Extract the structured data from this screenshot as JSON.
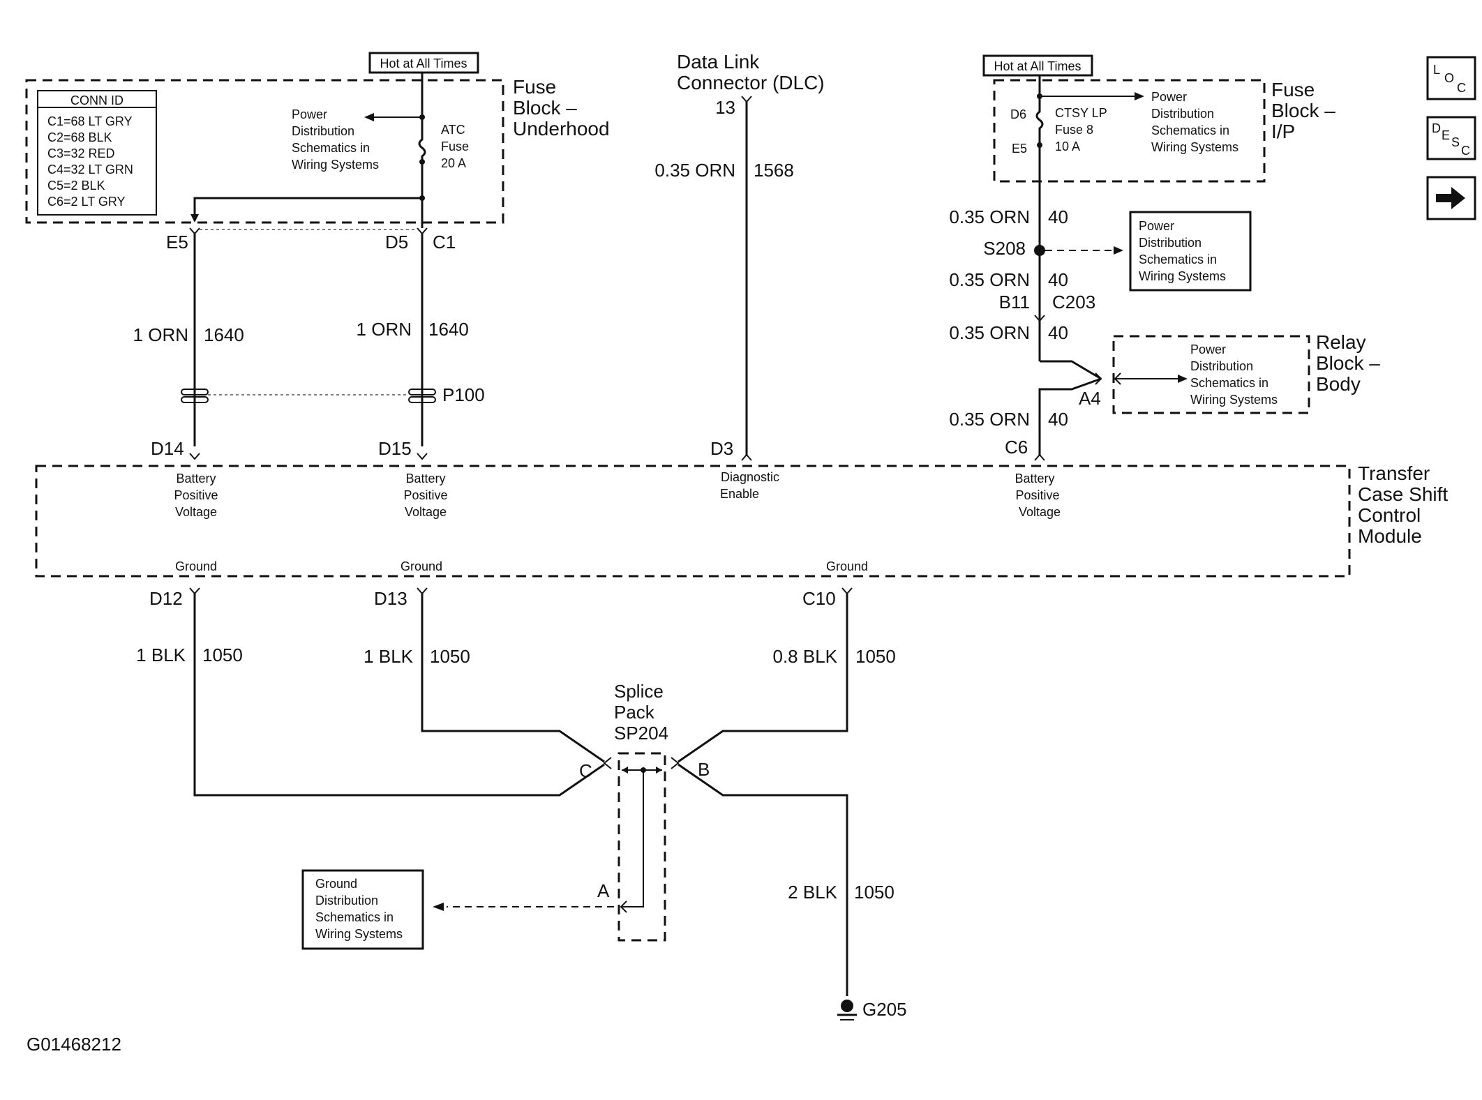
{
  "fuse_underhood": {
    "hot_label": "Hot at All Times",
    "block_name": [
      "Fuse",
      "Block –",
      "Underhood"
    ],
    "fuse_label": [
      "ATC",
      "Fuse",
      "20 A"
    ],
    "power_dist": [
      "Power",
      "Distribution",
      "Schematics in",
      "Wiring Systems"
    ]
  },
  "conn_id": {
    "title": "CONN ID",
    "rows": [
      "C1=68 LT GRY",
      "C2=68 BLK",
      "C3=32 RED",
      "C4=32 LT GRN",
      "C5=2 BLK",
      "C6=2 LT GRY"
    ]
  },
  "connectors": {
    "e5": "E5",
    "d5": "D5",
    "c1": "C1",
    "p100": "P100",
    "d14": "D14",
    "d15": "D15",
    "d3": "D3",
    "c6": "C6",
    "d12": "D12",
    "d13": "D13",
    "c10": "C10",
    "dlc13": "13",
    "b11": "B11",
    "c203": "C203",
    "a4": "A4",
    "s208": "S208",
    "g205": "G205",
    "sp_a": "A",
    "sp_b": "B",
    "sp_c": "C"
  },
  "wires": {
    "w_e5_color": "1 ORN",
    "w_e5_circuit": "1640",
    "w_d5_color": "1 ORN",
    "w_d5_circuit": "1640",
    "w_dlc_color": "0.35 ORN",
    "w_dlc_circuit": "1568",
    "w_ip1_color": "0.35 ORN",
    "w_ip1_circuit": "40",
    "w_ip2_color": "0.35 ORN",
    "w_ip2_circuit": "40",
    "w_ip3_color": "0.35 ORN",
    "w_ip3_circuit": "40",
    "w_ip4_color": "0.35 ORN",
    "w_ip4_circuit": "40",
    "w_d12_color": "1 BLK",
    "w_d12_circuit": "1050",
    "w_d13_color": "1 BLK",
    "w_d13_circuit": "1050",
    "w_c10_color": "0.8 BLK",
    "w_c10_circuit": "1050",
    "w_g_color": "2 BLK",
    "w_g_circuit": "1050"
  },
  "dlc": {
    "title": [
      "Data Link",
      "Connector (DLC)"
    ]
  },
  "fuse_ip": {
    "hot_label": "Hot at All Times",
    "block_name": [
      "Fuse",
      "Block –",
      "I/P"
    ],
    "d6": "D6",
    "e5": "E5",
    "fuse_label": [
      "CTSY LP",
      "Fuse 8",
      "10 A"
    ],
    "power_dist": [
      "Power",
      "Distribution",
      "Schematics in",
      "Wiring Systems"
    ]
  },
  "s208_box": [
    "Power",
    "Distribution",
    "Schematics in",
    "Wiring Systems"
  ],
  "relay_block": {
    "name": [
      "Relay",
      "Block –",
      "Body"
    ],
    "power_dist": [
      "Power",
      "Distribution",
      "Schematics in",
      "Wiring Systems"
    ]
  },
  "module": {
    "name": [
      "Transfer",
      "Case Shift",
      "Control",
      "Module"
    ],
    "pin_d14": [
      "Battery",
      "Positive",
      "Voltage"
    ],
    "pin_d15": [
      "Battery",
      "Positive",
      "Voltage"
    ],
    "pin_d3": [
      "Diagnostic",
      "Enable"
    ],
    "pin_c6": [
      "Battery",
      "Positive",
      "Voltage"
    ],
    "gnd_d12": "Ground",
    "gnd_d13": "Ground",
    "gnd_c10": "Ground"
  },
  "splice": {
    "title": [
      "Splice",
      "Pack",
      "SP204"
    ]
  },
  "ground_box": [
    "Ground",
    "Distribution",
    "Schematics in",
    "Wiring Systems"
  ],
  "figure_id": "G01468212",
  "nav": {
    "loc": [
      "L",
      "O",
      "C"
    ],
    "desc": [
      "D",
      "E",
      "S",
      "C"
    ],
    "next_icon": "arrow-right-icon"
  }
}
